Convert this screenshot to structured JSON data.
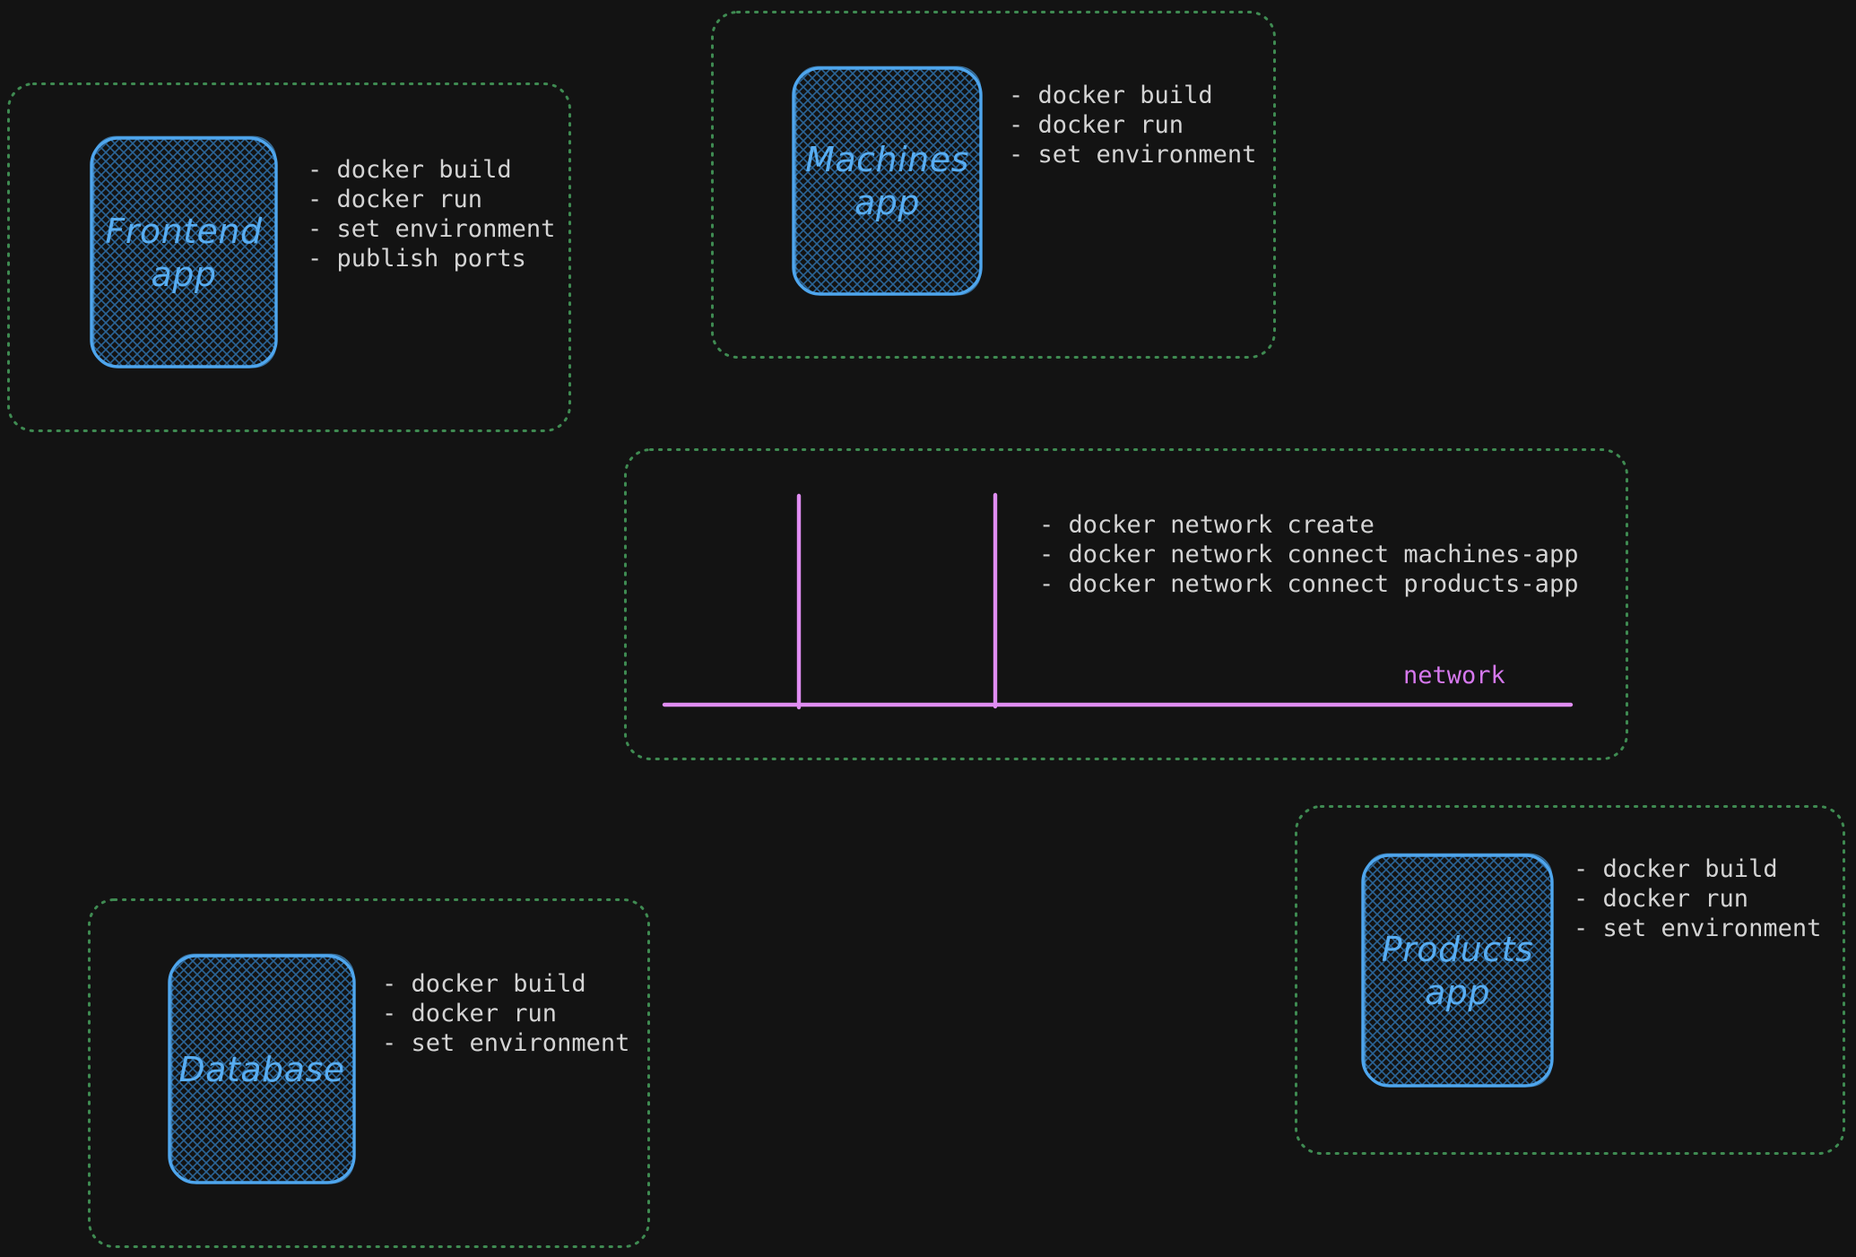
{
  "canvas": {
    "background": "#131313"
  },
  "colors": {
    "box_stroke": "#4fa6ee",
    "box_hatch": "#2b6598",
    "title_text": "#58adf2",
    "command_text": "#d4d4d4",
    "group_dotted_border": "#3f8b52",
    "network_line": "#e08df2",
    "network_label_text": "#d678ee"
  },
  "groups": {
    "frontend": {
      "title": "Frontend\napp",
      "commands": [
        "- docker build",
        "- docker run",
        "- set environment",
        "- publish ports"
      ]
    },
    "machines": {
      "title": "Machines\napp",
      "commands": [
        "- docker build",
        "- docker run",
        "- set environment"
      ]
    },
    "network": {
      "label": "network",
      "commands": [
        "- docker network create",
        "- docker network connect machines-app",
        "- docker network connect products-app"
      ]
    },
    "products": {
      "title": "Products\napp",
      "commands": [
        "- docker build",
        "- docker run",
        "- set environment"
      ]
    },
    "database": {
      "title": "Database",
      "commands": [
        "- docker build",
        "- docker run",
        "- set environment"
      ]
    }
  }
}
